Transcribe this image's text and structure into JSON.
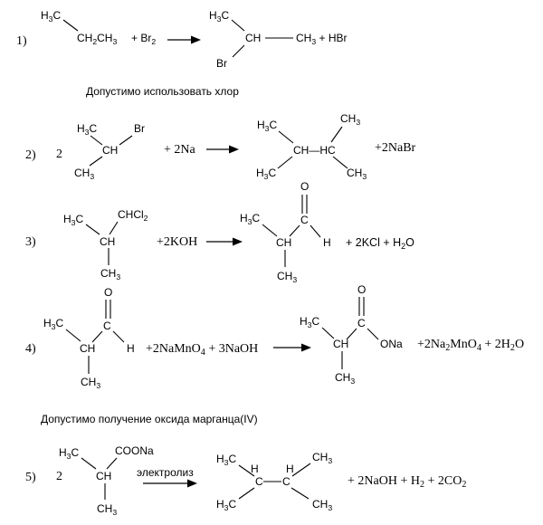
{
  "reactions": [
    {
      "number": "1)",
      "reactant": {
        "ch3": "H3C",
        "chain": "CH2CH3"
      },
      "reagent": "+ Br2",
      "product": {
        "ch3_top": "H3C",
        "ch": "CH",
        "ch3_right": "CH3 + HBr",
        "br": "Br"
      }
    },
    {
      "number": "2)",
      "coefficient": "2",
      "reactant": {
        "ch3_top": "H3C",
        "br": "Br",
        "ch": "CH",
        "ch3_bottom": "CH3"
      },
      "reagent": "+ 2Na",
      "product": {
        "h3c_tl": "H3C",
        "ch3_tr": "CH3",
        "core": "CH—HC",
        "h3c_bl": "H3C",
        "ch3_br": "CH3"
      },
      "byproduct": "+2NaBr"
    },
    {
      "number": "3)",
      "reactant": {
        "h3c": "H3C",
        "chcl2": "CHCl2",
        "ch": "CH",
        "ch3": "CH3"
      },
      "reagent": "+2KOH",
      "product": {
        "o": "O",
        "h3c": "H3C",
        "c": "C",
        "ch": "CH",
        "h": "H",
        "ch3": "CH3"
      },
      "byproduct": "+ 2KCl + H2O"
    },
    {
      "number": "4)",
      "reactant": {
        "o": "O",
        "h3c": "H3C",
        "c": "C",
        "ch": "CH",
        "h": "H",
        "ch3": "CH3"
      },
      "reagent": "+2NaMnO4 + 3NaOH",
      "product": {
        "o": "O",
        "h3c": "H3C",
        "c": "C",
        "ch": "CH",
        "ona": "ONa",
        "ch3": "CH3"
      },
      "byproduct": "+2Na2MnO4 + 2H2O"
    },
    {
      "number": "5)",
      "coefficient": "2",
      "reactant": {
        "h3c": "H3C",
        "coona": "COONa",
        "ch": "CH",
        "ch3": "CH3"
      },
      "condition": "электролиз",
      "product": {
        "h3c_tl": "H3C",
        "ch3_tr": "CH3",
        "h_left": "H",
        "c_left": "C",
        "c_right": "C",
        "h_right": "H",
        "h3c_bl": "H3C",
        "ch3_br": "CH3"
      },
      "byproduct": "+ 2NaOH + H2 + 2CO2"
    }
  ],
  "notes": {
    "chlorine": "Допустимо использовать хлор",
    "manganese": "Допустимо получение оксида марганца(IV)"
  }
}
